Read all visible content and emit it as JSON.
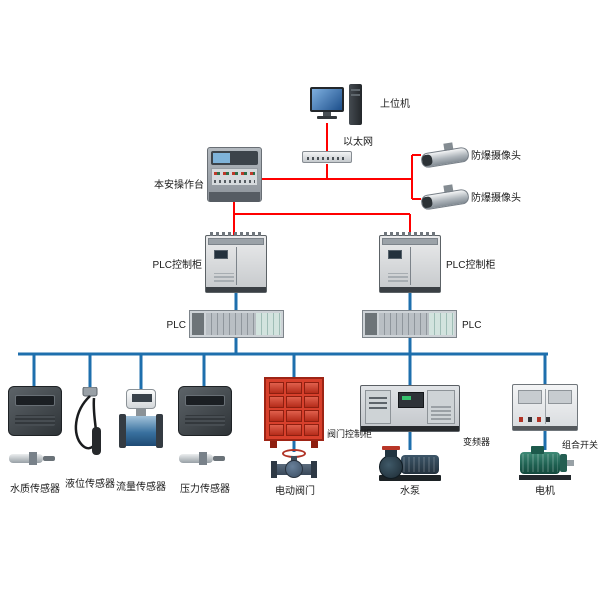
{
  "colors": {
    "network_line": "#ff0000",
    "bus_line": "#1e6fad",
    "valve_cabinet_red": "#d8402c"
  },
  "nodes": {
    "host": {
      "label": "上位机"
    },
    "ethernet": {
      "label": "以太网"
    },
    "console": {
      "label": "本安操作台"
    },
    "camera_top": {
      "label": "防爆摄像头"
    },
    "camera_bottom": {
      "label": "防爆摄像头"
    },
    "plc_cabinet_left": {
      "label": "PLC控制柜"
    },
    "plc_cabinet_right": {
      "label": "PLC控制柜"
    },
    "plc_left": {
      "label": "PLC"
    },
    "plc_right": {
      "label": "PLC"
    },
    "water_quality_sensor": {
      "label": "水质传感器"
    },
    "level_sensor": {
      "label": "液位传感器"
    },
    "flow_sensor": {
      "label": "流量传感器"
    },
    "pressure_sensor": {
      "label": "压力传感器"
    },
    "valve_control_cabinet": {
      "label": "阀门控制柜"
    },
    "electric_valve": {
      "label": "电动阀门"
    },
    "vfd": {
      "label": "变频器"
    },
    "water_pump": {
      "label": "水泵"
    },
    "combination_switch": {
      "label": "组合开关"
    },
    "motor": {
      "label": "电机"
    }
  }
}
